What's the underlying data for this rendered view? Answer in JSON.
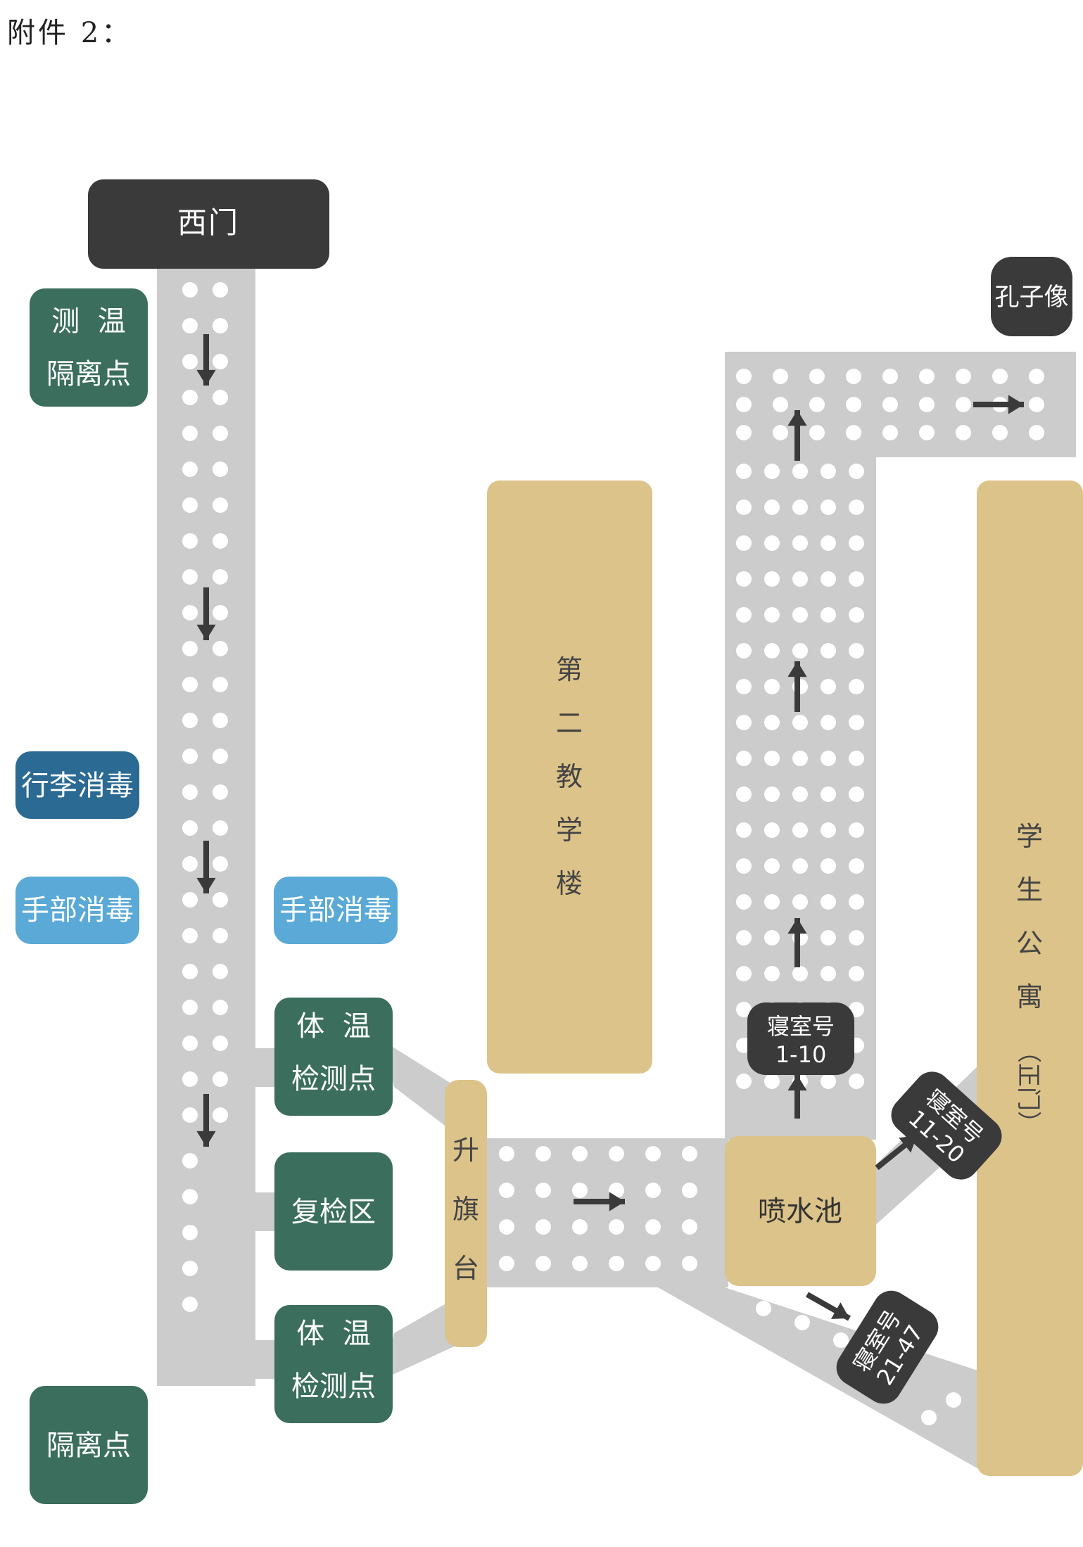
{
  "page_label": "附件 2：",
  "colors": {
    "road": "#cccccc",
    "dot": "#ffffff",
    "building": "#dcc38a",
    "dark": "#3a3a3a",
    "green": "#3b6e5c",
    "blue_dark": "#2b6a92",
    "blue_light": "#5aa9d6",
    "arrow": "#3a3a3a"
  },
  "labels": {
    "west_gate": "西门",
    "confucius": "孔子像",
    "temp_iso_line1": "测  温",
    "temp_iso_line2": "隔离点",
    "luggage": "行李消毒",
    "hand_left": "手部消毒",
    "hand_right": "手部消毒",
    "temp_check_1_line1": "体  温",
    "temp_check_1_line2": "检测点",
    "recheck": "复检区",
    "temp_check_2_line1": "体  温",
    "temp_check_2_line2": "检测点",
    "isolation": "隔离点",
    "flag": "升旗台",
    "teaching": "第二教学楼",
    "dorm_building": "学生公寓",
    "dorm_gate": "（正门）",
    "fountain": "喷水池",
    "rooms_a_line1": "寝室号",
    "rooms_a_line2": "1-10",
    "rooms_b_line1": "寝室号",
    "rooms_b_line2": "11-20",
    "rooms_c_line1": "寝室号",
    "rooms_c_line2": "21-47"
  }
}
